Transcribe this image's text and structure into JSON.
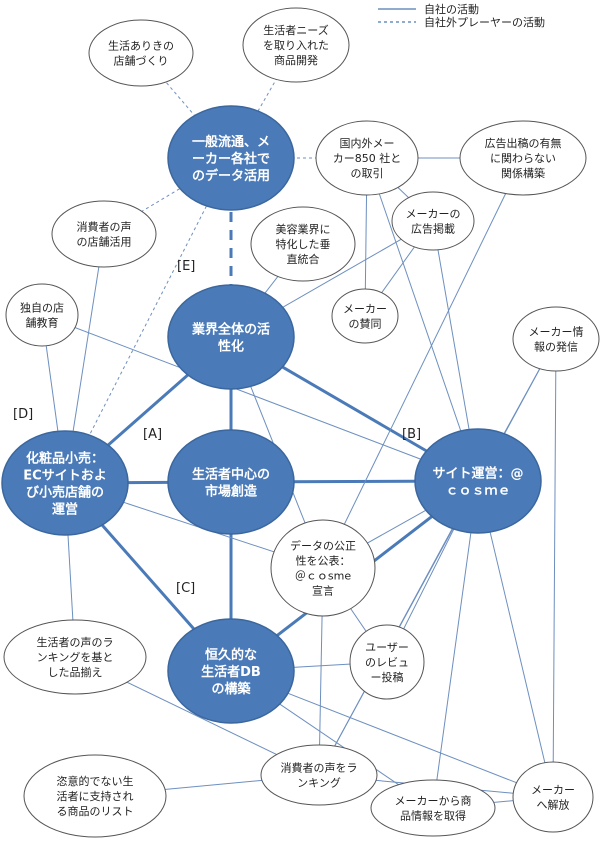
{
  "legend": {
    "solid": "自社の活動",
    "dashed": "自社外プレーヤーの活動"
  },
  "sections": {
    "A": "[A]",
    "B": "[B]",
    "C": "[C]",
    "D": "[D]",
    "E": "[E]"
  },
  "hubs": {
    "general": [
      "一般流通、メ",
      "ーカー各社で",
      "のデータ活用"
    ],
    "industry": [
      "業界全体の活",
      "性化"
    ],
    "center": [
      "生活者中心の",
      "市場創造"
    ],
    "site": [
      "サイト運営：@",
      "ｃｏｓｍｅ"
    ],
    "retail": [
      "化粧品小売：",
      "ECサイトおよ",
      "び小売店舗の",
      "運営"
    ],
    "db": [
      "恒久的な",
      "生活者DB",
      "の構築"
    ]
  },
  "bubbles": {
    "store": [
      "生活ありきの",
      "店舗づくり"
    ],
    "needs": [
      "生活者ニーズ",
      "を取り入れた",
      "商品開発"
    ],
    "makers850": [
      "国内外メー",
      "カー850 社と",
      "の取引"
    ],
    "adrelation": [
      "広告出稿の有無",
      "に関わらない",
      "関係構築"
    ],
    "voice_store": [
      "消費者の声",
      "の店舗活用"
    ],
    "beauty": [
      "美容業界に",
      "特化した垂",
      "直統合"
    ],
    "maker_ad": [
      "メーカーの",
      "広告掲載"
    ],
    "education": [
      "独自の店",
      "舗教育"
    ],
    "maker_agree": [
      "メーカー",
      "の賛同"
    ],
    "maker_info": [
      "メーカー情",
      "報の発信"
    ],
    "data_fair": [
      "データの公正",
      "性を公表：",
      "＠ｃｏsme",
      "宣言"
    ],
    "ranking_goods": [
      "生活者の声のラ",
      "ンキングを基と",
      "した品揃え"
    ],
    "user_review": [
      "ユーザー",
      "のレビュ",
      "ー投稿"
    ],
    "ranking": [
      "消費者の声をラ",
      "ンキング"
    ],
    "list": [
      "恣意的でない生",
      "活者に支持され",
      "る商品のリスト"
    ],
    "maker_product": [
      "メーカーから商",
      "品情報を取得"
    ],
    "maker_open": [
      "メーカー",
      "へ解放"
    ]
  },
  "colors": {
    "hub": "#4a7ab8",
    "hub_stroke": "#3b679e",
    "line": "#6d8fbf",
    "thick": "#4a7ab8",
    "bubble_stroke": "#555555"
  }
}
